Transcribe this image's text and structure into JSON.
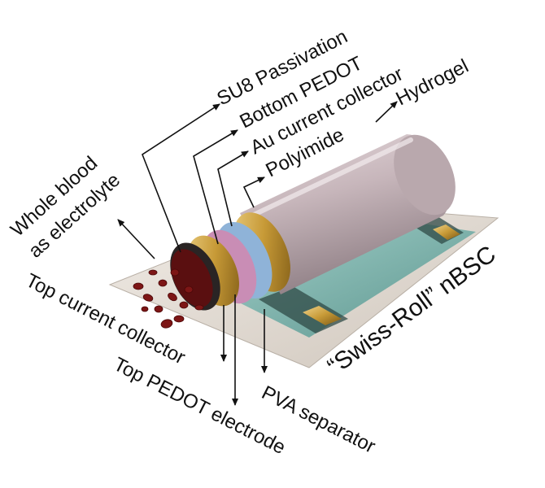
{
  "diagram": {
    "labels": {
      "su8": "SU8 Passivation",
      "bottom_pedot": "Bottom PEDOT",
      "au": "Au current collector",
      "hydrogel": "Hydrogel",
      "polyimide": "Polyimide",
      "whole_blood_1": "Whole blood",
      "whole_blood_2": "as electrolyte",
      "top_cc": "Top current collector",
      "top_pedot": "Top PEDOT electrode",
      "pva": "PVA separator",
      "device": "“Swiss-Roll” nBSC"
    },
    "colors": {
      "hydrogel": "#cdbcc0",
      "substrate": "#e4ddd5",
      "separator_film": "#76b8b2",
      "gold": "#c79a37",
      "polyimide_pink": "#c98db5",
      "pedot_blue": "#8fb3d8",
      "blood": "#7d1616",
      "leader_line": "#111111"
    }
  }
}
